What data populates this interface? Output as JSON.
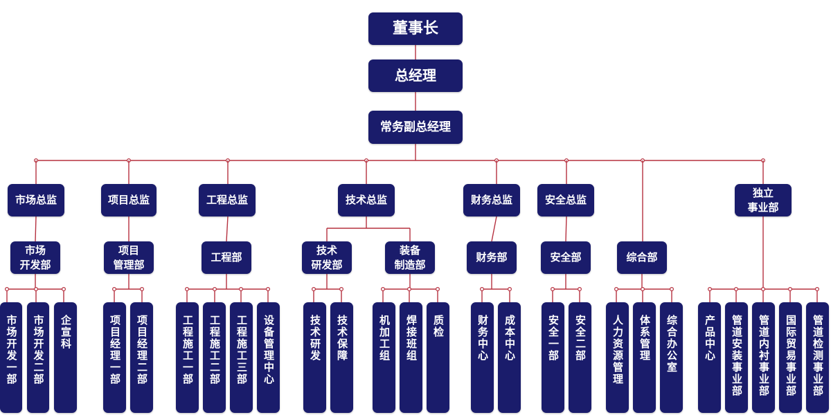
{
  "org": {
    "chairman": "董事长",
    "general_manager": "总经理",
    "executive_vgm": "常务副总经理",
    "directors": [
      {
        "label": "市场总监"
      },
      {
        "label": "项目总监"
      },
      {
        "label": "工程总监"
      },
      {
        "label": "技术总监"
      },
      {
        "label": "财务总监"
      },
      {
        "label": "安全总监"
      },
      {
        "label": "独立\n事业部"
      }
    ],
    "departments": [
      {
        "label": "市场\n开发部"
      },
      {
        "label": "项目\n管理部"
      },
      {
        "label": "工程部"
      },
      {
        "label": "技术\n研发部"
      },
      {
        "label": "装备\n制造部"
      },
      {
        "label": "财务部"
      },
      {
        "label": "安全部"
      },
      {
        "label": "综合部"
      }
    ],
    "units": [
      {
        "label": "市场开发一部"
      },
      {
        "label": "市场开发二部"
      },
      {
        "label": "企宣科"
      },
      {
        "label": "项目经理一部"
      },
      {
        "label": "项目经理二部"
      },
      {
        "label": "工程施工一部"
      },
      {
        "label": "工程施工二部"
      },
      {
        "label": "工程施工三部"
      },
      {
        "label": "设备管理中心"
      },
      {
        "label": "技术研发"
      },
      {
        "label": "技术保障"
      },
      {
        "label": "机加工组"
      },
      {
        "label": "焊接班组"
      },
      {
        "label": "质检"
      },
      {
        "label": "财务中心"
      },
      {
        "label": "成本中心"
      },
      {
        "label": "安全一部"
      },
      {
        "label": "安全二部"
      },
      {
        "label": "人力资源管理"
      },
      {
        "label": "体系管理"
      },
      {
        "label": "综合办公室"
      },
      {
        "label": "产品中心"
      },
      {
        "label": "管道安装事业部"
      },
      {
        "label": "管道内衬事业部"
      },
      {
        "label": "国际贸易事业部"
      },
      {
        "label": "管道检测事业部"
      }
    ]
  },
  "colors": {
    "box": "#1a1c6b",
    "connector": "#b5303f"
  }
}
